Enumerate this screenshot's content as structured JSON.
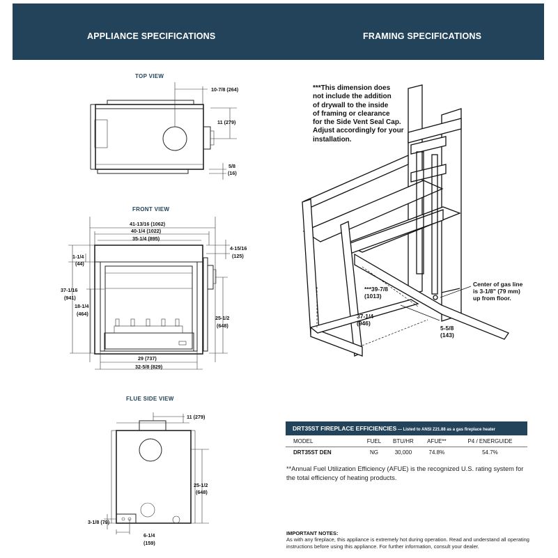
{
  "header": {
    "left_title": "APPLIANCE SPECIFICATIONS",
    "right_title": "FRAMING SPECIFICATIONS"
  },
  "top_view": {
    "title": "TOP VIEW",
    "dims": {
      "depth_offset": "10-7/8 (264)",
      "vent_center": "11 (279)",
      "rear": "5/8",
      "rear_mm": "(16)"
    }
  },
  "front_view": {
    "title": "FRONT VIEW",
    "dims": {
      "overall_width": "41-13/16 (1062)",
      "surround_width": "40-1/4 (1022)",
      "top_width": "35-1/4 (895)",
      "top_offset": "4-15/16",
      "top_offset_mm": "(125)",
      "top_left": "1-1/4",
      "top_left_mm": "(44)",
      "overall_height": "37-1/16",
      "overall_height_mm": "(941)",
      "opening_height": "18-1/4",
      "opening_height_mm": "(464)",
      "vent_height": "25-1/2",
      "vent_height_mm": "(648)",
      "opening_width": "29 (737)",
      "base_width": "32-5/8 (829)"
    }
  },
  "flue_side_view": {
    "title": "FLUE SIDE VIEW",
    "dims": {
      "top_offset": "11 (279)",
      "vent_height": "25-1/2",
      "vent_height_mm": "(648)",
      "gas_height": "3-1/8 (79)",
      "gas_offset": "6-1/4",
      "gas_offset_mm": "(159)"
    }
  },
  "framing": {
    "note": "***This dimension does\nnot include the addition\nof drywall to the inside\nof framing or clearance\nfor the Side Vent Seal Cap.\nAdjust accordingly for your\ninstallation.",
    "depth": "***39-7/8\n(1013)",
    "height": "37-1/4\n(946)",
    "side": "5-5/8\n(143)",
    "gas_line": "Center of gas line\nis 3-1/8\" (79 mm)\nup from floor."
  },
  "efficiencies": {
    "title": "DRT35ST FIREPLACE EFFICIENCIES",
    "subtitle": " — Listed to ANSI Z21.88 as a gas fireplace heater",
    "columns": [
      "MODEL",
      "FUEL",
      "BTU/HR",
      "AFUE**",
      "P4 / ENERGUIDE"
    ],
    "rows": [
      [
        "DRT35ST DEN",
        "NG",
        "30,000",
        "74.8%",
        "54.7%"
      ]
    ]
  },
  "footnote": "**Annual Fuel Utilization Efficiency (AFUE) is the recognized U.S. rating system for the total efficiency of heating products.",
  "important": {
    "title": "IMPORTANT NOTES:",
    "body": "As with any fireplace, this appliance is extremely hot during operation. Read and understand all operating instructions before using this appliance. For further information, consult your dealer."
  }
}
